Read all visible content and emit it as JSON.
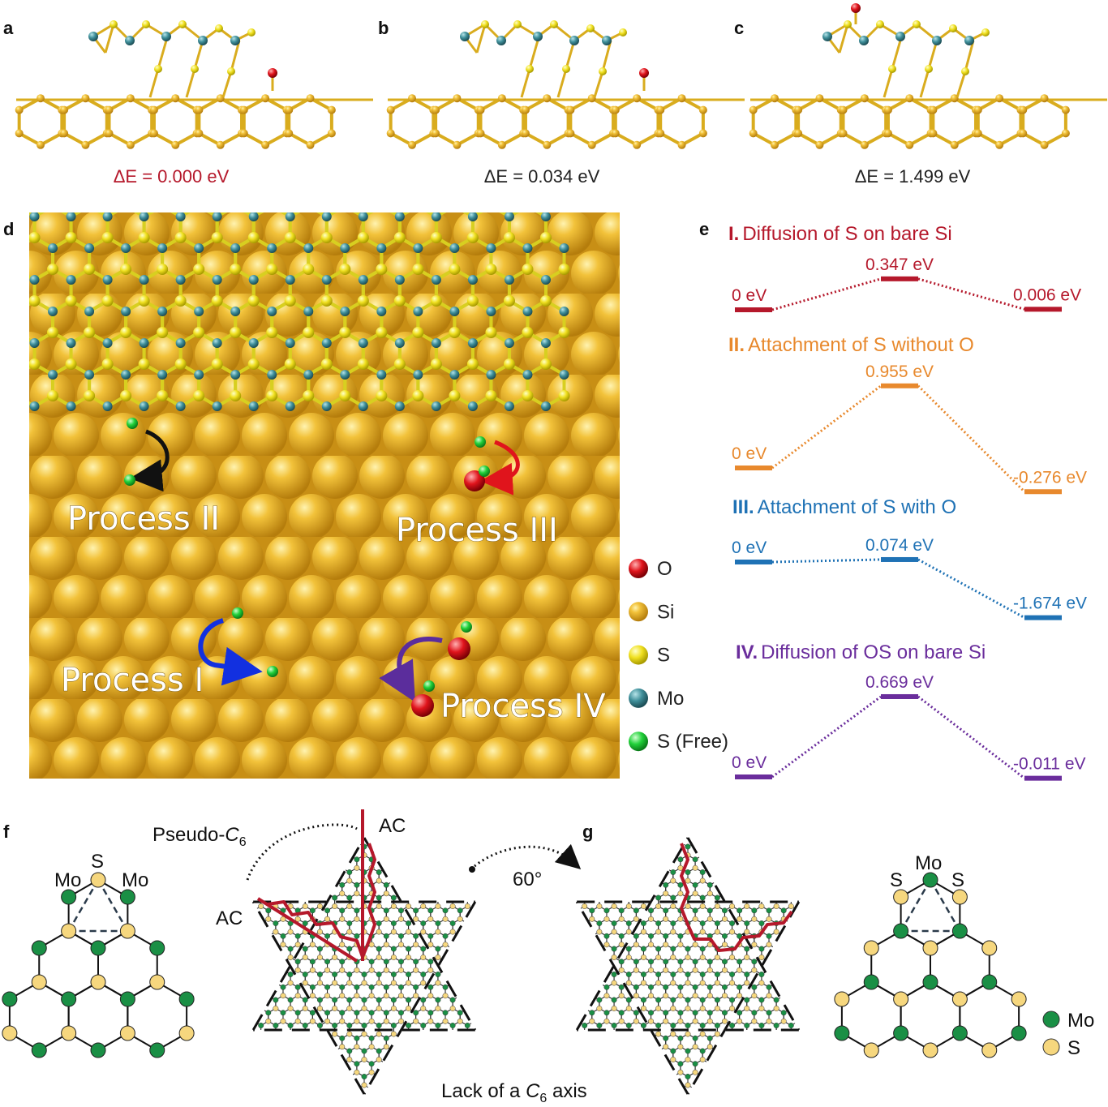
{
  "panels": {
    "a": {
      "label": "a",
      "energy": "ΔE = 0.000 eV",
      "energy_color": "#b5182b"
    },
    "b": {
      "label": "b",
      "energy": "ΔE = 0.034 eV",
      "energy_color": "#222222"
    },
    "c": {
      "label": "c",
      "energy": "ΔE = 1.499 eV",
      "energy_color": "#222222"
    },
    "d": {
      "label": "d"
    },
    "e": {
      "label": "e"
    },
    "f": {
      "label": "f"
    },
    "g": {
      "label": "g"
    }
  },
  "processes": {
    "p1": "Process I",
    "p2": "Process II",
    "p3": "Process III",
    "p4": "Process IV"
  },
  "legend": [
    {
      "label": "O",
      "color": "#e0141c"
    },
    {
      "label": "Si",
      "color": "#e2a521"
    },
    {
      "label": "S",
      "color": "#e8d82a"
    },
    {
      "label": "Mo",
      "color": "#3f8f9a"
    },
    {
      "label": "S (Free)",
      "color": "#22d13a"
    }
  ],
  "energy_diagrams": [
    {
      "numeral": "I.",
      "title": "Diffusion of S on bare Si",
      "color": "#b5182b",
      "values": [
        0,
        0.347,
        0.006
      ],
      "labels": [
        "0 eV",
        "0.347 eV",
        "0.006 eV"
      ]
    },
    {
      "numeral": "II.",
      "title": "Attachment of S without O",
      "color": "#e8892d",
      "values": [
        0,
        0.955,
        -0.276
      ],
      "labels": [
        "0 eV",
        "0.955 eV",
        "-0.276 eV"
      ]
    },
    {
      "numeral": "III.",
      "title": "Attachment of S with O",
      "color": "#1f72b5",
      "values": [
        0,
        0.074,
        -1.674
      ],
      "labels": [
        "0 eV",
        "0.074 eV",
        "-1.674 eV"
      ]
    },
    {
      "numeral": "IV.",
      "title": "Diffusion of OS on bare Si",
      "color": "#6a2d9c",
      "values": [
        0,
        0.669,
        -0.011
      ],
      "labels": [
        "0 eV",
        "0.669 eV",
        "-0.011 eV"
      ]
    }
  ],
  "symmetry": {
    "left_atoms": {
      "top": "S",
      "left": "Mo",
      "right": "Mo"
    },
    "right_atoms": {
      "top": "Mo",
      "left": "S",
      "right": "S"
    },
    "pseudo_prefix": "Pseudo-",
    "c_symbol": "C",
    "c_sub": "6",
    "ac1": "AC",
    "ac2": "AC",
    "rotation": "60°",
    "caption_prefix": "Lack of a ",
    "caption_suffix": " axis",
    "legend": [
      {
        "label": "Mo",
        "color": "#1a8f45"
      },
      {
        "label": "S",
        "color": "#f6d77e"
      }
    ]
  }
}
